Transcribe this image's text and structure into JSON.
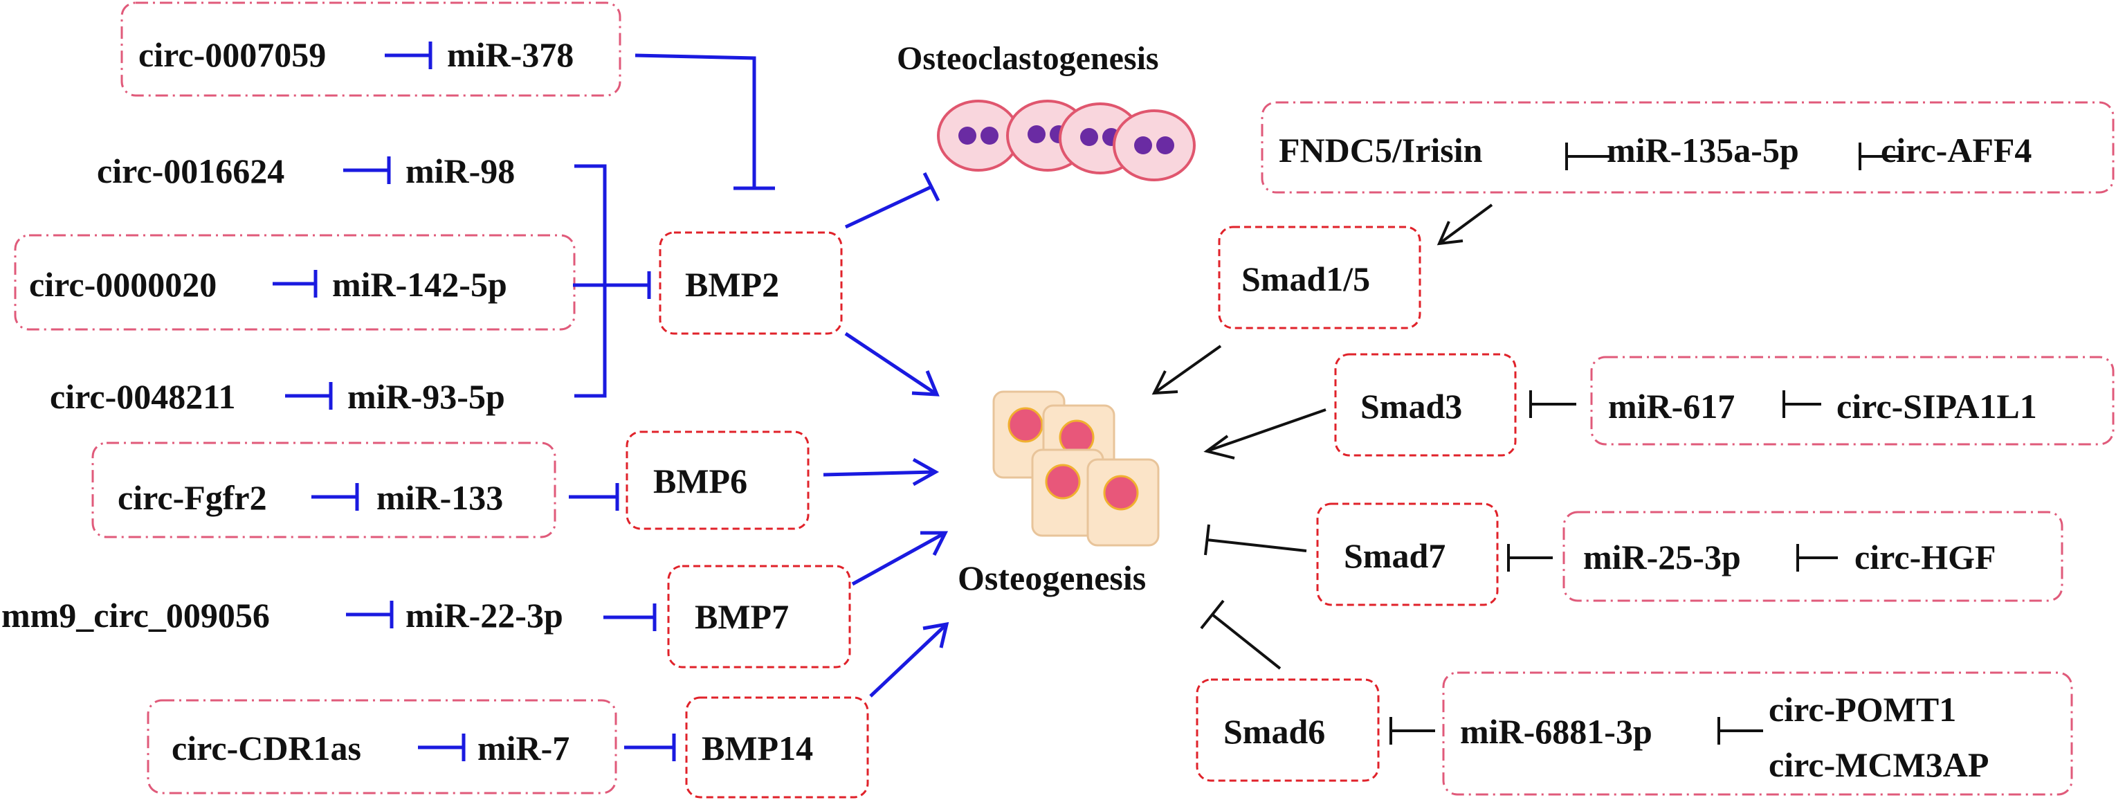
{
  "colors": {
    "inhibit_blue": "#1a1ae0",
    "black": "#111111",
    "dash_box_red": "#e0222a",
    "dashdot_box_pink": "#e05a7a",
    "osteoclast_fill": "#f9d6dd",
    "osteoclast_stroke": "#e0566e",
    "osteoclast_nucleus": "#6a2ba3",
    "osteoblast_fill": "#fbe4c8",
    "osteoblast_stroke": "#e8c49a",
    "osteoblast_nucleus": "#e8577a"
  },
  "labels": {
    "osteoclastogenesis": "Osteoclastogenesis",
    "osteogenesis": "Osteogenesis",
    "circ_0007059": "circ-0007059",
    "mir_378": "miR-378",
    "circ_0016624": "circ-0016624",
    "mir_98": "miR-98",
    "circ_0000020": "circ-0000020",
    "mir_142_5p": "miR-142-5p",
    "circ_0048211": "circ-0048211",
    "mir_93_5p": "miR-93-5p",
    "bmp2": "BMP2",
    "circ_fgfr2": "circ-Fgfr2",
    "mir_133": "miR-133",
    "bmp6": "BMP6",
    "mm9_circ_009056": "mm9_circ_009056",
    "mir_22_3p": "miR-22-3p",
    "bmp7": "BMP7",
    "circ_cdr1as": "circ-CDR1as",
    "mir_7": "miR-7",
    "bmp14": "BMP14",
    "fndc5_irisin": "FNDC5/Irisin",
    "mir_135a_5p": "miR-135a-5p",
    "circ_aff4": "circ-AFF4",
    "smad1_5": "Smad1/5",
    "smad3": "Smad3",
    "mir_617": "miR-617",
    "circ_sipa1l1": "circ-SIPA1L1",
    "smad7": "Smad7",
    "mir_25_3p": "miR-25-3p",
    "circ_hgf": "circ-HGF",
    "smad6": "Smad6",
    "mir_6881_3p": "miR-6881-3p",
    "circ_pomt1": "circ-POMT1",
    "circ_mcm3ap": "circ-MCM3AP"
  }
}
